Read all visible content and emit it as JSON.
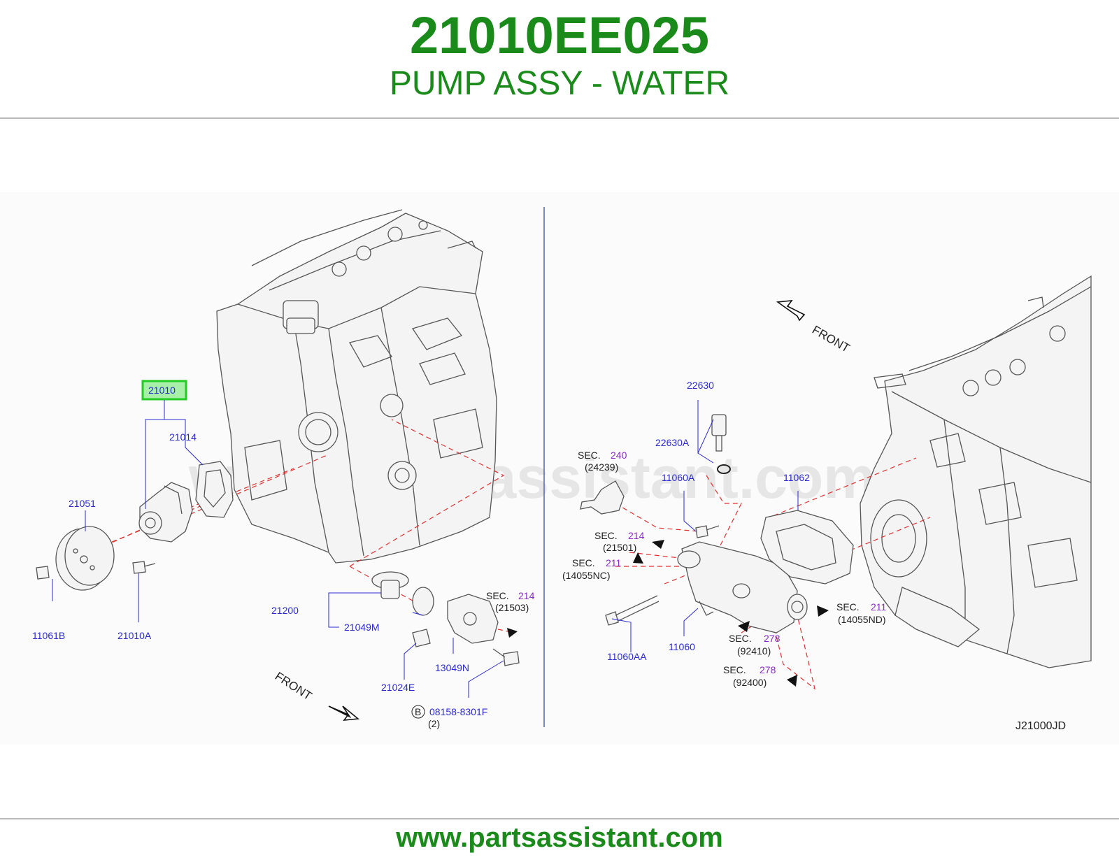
{
  "header": {
    "part_number": "21010EE025",
    "description": "PUMP ASSY - WATER"
  },
  "watermark": "www.partsassistant.com",
  "footer": {
    "url": "www.partsassistant.com"
  },
  "diagram": {
    "code": "J21000JD",
    "front_label": "FRONT",
    "highlight_color": "#22cc22",
    "left_labels": {
      "highlighted": "21010",
      "gasket": "21014",
      "pulley": "21051",
      "pulley_bolt": "11061B",
      "pump_bolt": "21010A",
      "thermostat": "21200",
      "thermostat_seal": "21049M",
      "outlet": "13049N",
      "clip": "21024E",
      "bolt_b": "08158-8301F",
      "bolt_b_qty": "(2)",
      "bolt_b_marker": "B",
      "sec_214_word": "SEC.",
      "sec_214_num": "214",
      "sec_214_ref": "(21503)"
    },
    "right_labels": {
      "sensor": "22630",
      "sensor_seal": "22630A",
      "bolt_a": "11060A",
      "gasket": "11062",
      "housing": "11060",
      "long_bolt": "11060AA",
      "sec_240_word": "SEC.",
      "sec_240_num": "240",
      "sec_240_ref": "(24239)",
      "sec_214_word": "SEC.",
      "sec_214_num": "214",
      "sec_214_ref": "(21501)",
      "sec_211a_word": "SEC.",
      "sec_211a_num": "211",
      "sec_211a_ref": "(14055NC)",
      "sec_211b_word": "SEC.",
      "sec_211b_num": "211",
      "sec_211b_ref": "(14055ND)",
      "sec_278a_word": "SEC.",
      "sec_278a_num": "278",
      "sec_278a_ref": "(92410)",
      "sec_278b_word": "SEC.",
      "sec_278b_num": "278",
      "sec_278b_ref": "(92400)"
    }
  }
}
